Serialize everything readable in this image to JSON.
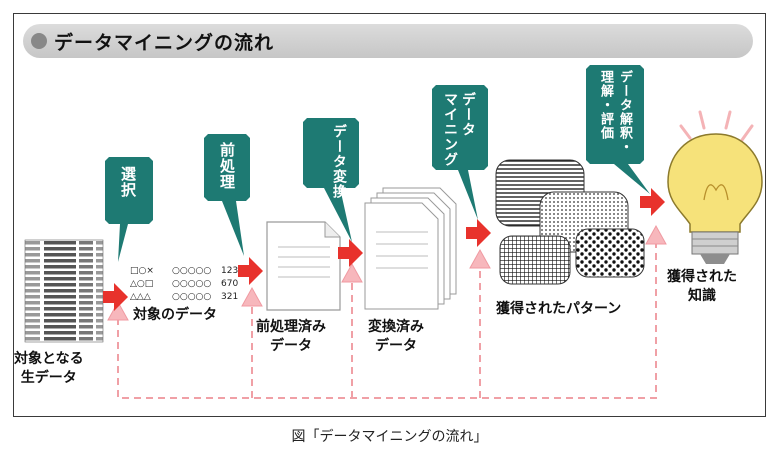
{
  "title": "データマイニングの流れ",
  "caption": "図「データマイニングの流れ」",
  "stages": {
    "raw": "対象となる\n生データ",
    "target": "対象のデータ",
    "preprocessed": "前処理済み\nデータ",
    "transformed": "変換済み\nデータ",
    "patterns": "獲得されたパターン",
    "knowledge": "獲得された\n知識"
  },
  "steps": {
    "select": "選択",
    "preprocess": "前処理",
    "transform": "データ変換",
    "mining_a": "データ",
    "mining_b": "マイニング",
    "interpret_a": "データ解釈・",
    "interpret_b": "理解・評価"
  },
  "table_rows": [
    {
      "shapes": "□○×",
      "circles": "○○○○○",
      "value": "123"
    },
    {
      "shapes": "△○□",
      "circles": "○○○○○",
      "value": "670"
    },
    {
      "shapes": "△△△",
      "circles": "○○○○○",
      "value": "321"
    }
  ],
  "colors": {
    "callout": "#1e7a73",
    "arrow": "#e8322c",
    "feedback": "#f0a0a6",
    "bulb": "#f6e27a"
  }
}
